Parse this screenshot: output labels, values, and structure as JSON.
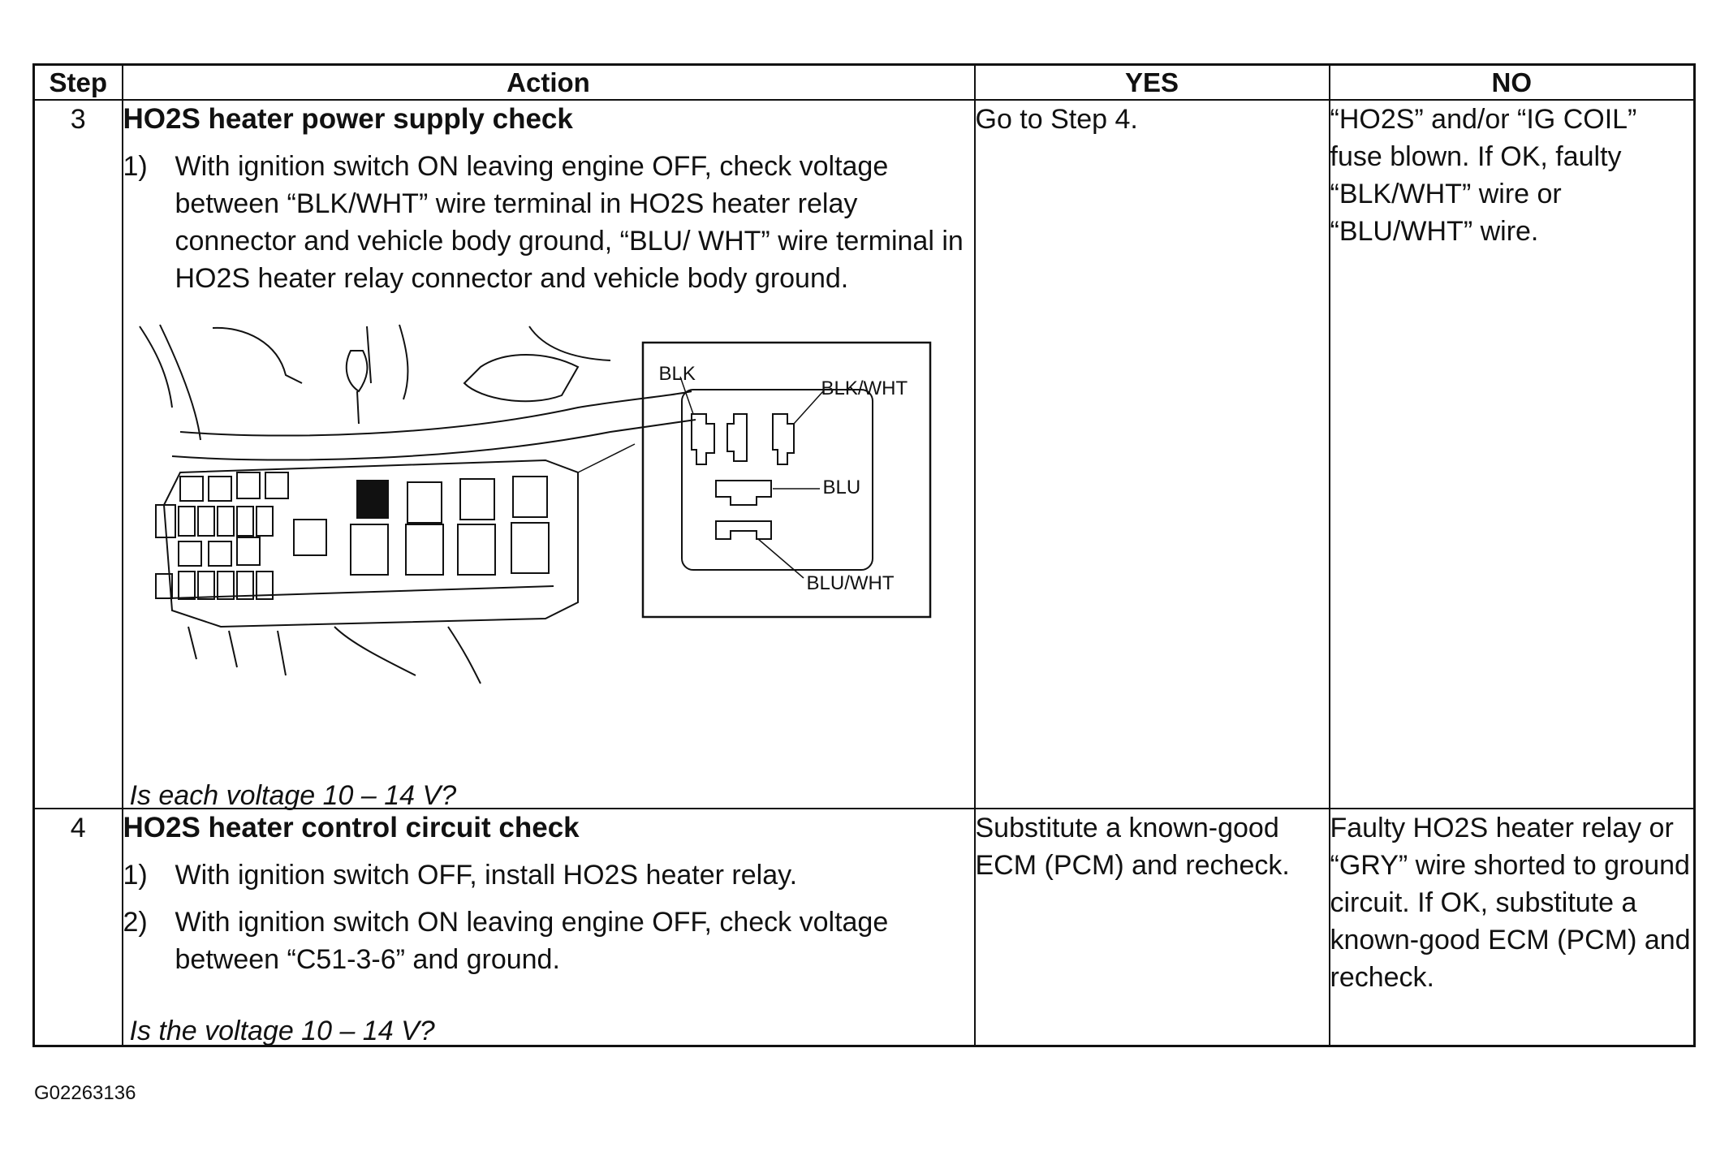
{
  "table": {
    "headers": [
      "Step",
      "Action",
      "YES",
      "NO"
    ],
    "rows": [
      {
        "step": "3",
        "title": "HO2S heater power supply check",
        "items": [
          {
            "num": "1)",
            "text": "With ignition switch ON leaving engine OFF, check voltage between “BLK/WHT” wire terminal in HO2S heater relay connector and vehicle body ground, “BLU/ WHT” wire terminal in HO2S heater relay connector and vehicle body ground."
          }
        ],
        "figure_labels": {
          "blk": "BLK",
          "blk_wht": "BLK/WHT",
          "blu": "BLU",
          "blu_wht": "BLU/WHT"
        },
        "question": "Is each voltage 10 – 14 V?",
        "yes": "Go to Step 4.",
        "no": "“HO2S” and/or “IG COIL” fuse blown. If OK, faulty “BLK/WHT” wire or “BLU/WHT” wire."
      },
      {
        "step": "4",
        "title": "HO2S heater control circuit check",
        "items": [
          {
            "num": "1)",
            "text": "With ignition switch OFF, install HO2S heater relay."
          },
          {
            "num": "2)",
            "text": "With ignition switch ON leaving engine OFF, check voltage between “C51-3-6” and ground."
          }
        ],
        "question": "Is the voltage 10 – 14 V?",
        "yes": "Substitute a known-good ECM (PCM) and recheck.",
        "no": "Faulty HO2S heater relay or “GRY” wire shorted to ground circuit. If OK, substitute a known-good ECM (PCM) and recheck."
      }
    ]
  },
  "figure_code": "G02263136"
}
